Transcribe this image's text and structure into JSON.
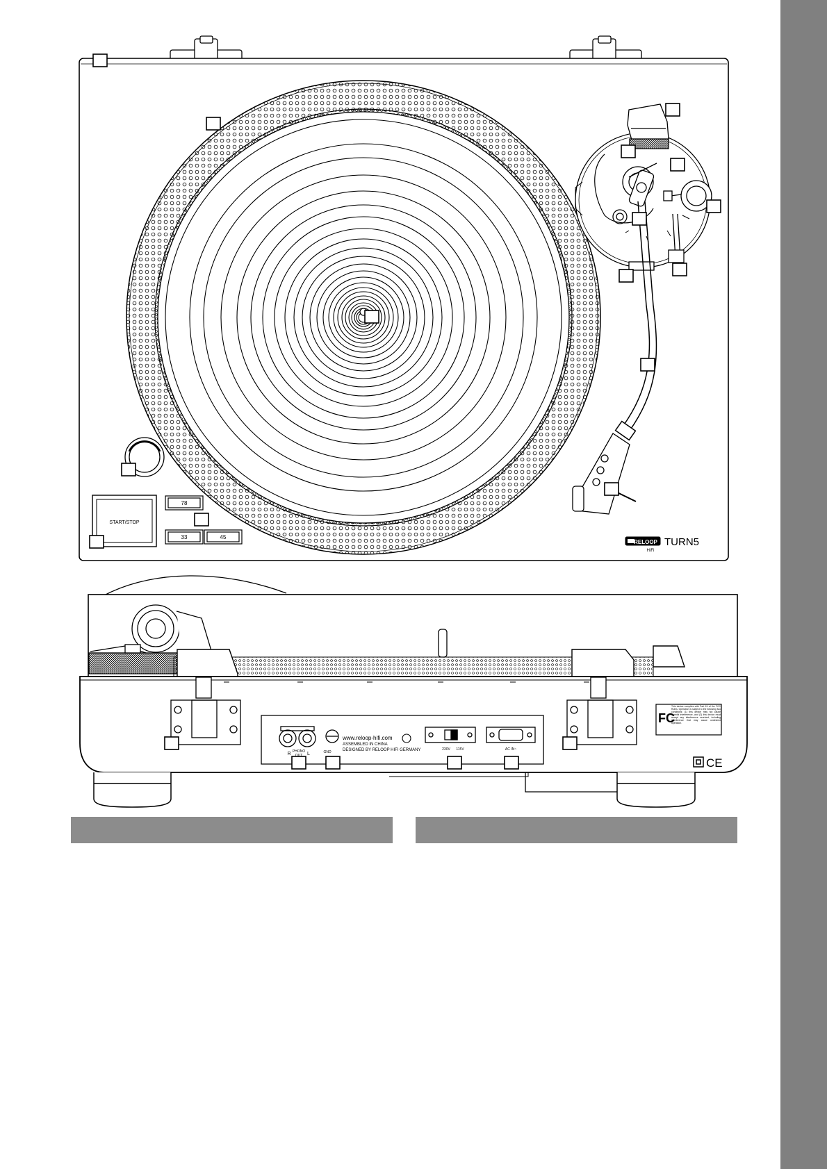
{
  "colors": {
    "side_tab": "#808080",
    "section_bar": "#8c8c8c",
    "line": "#000000"
  },
  "top_view": {
    "start_stop_label": "START/STOP",
    "speed_78": "78",
    "speed_33": "33",
    "speed_45": "45",
    "brand": "RELOOP",
    "brand_sub": "HiFi",
    "model": "TURN5"
  },
  "rear_view": {
    "website": "www.reloop-hifi.com",
    "assembled": "ASSEMBLED IN CHINA",
    "designed": "DESIGNED BY RELOOP HIFI GERMANY",
    "phono_r": "R",
    "phono_label": "PHONO",
    "phono_out": "OUT",
    "phono_l": "L",
    "gnd": "GND",
    "voltage_230": "230V",
    "voltage_115": "115V",
    "ac_in": "AC IN~",
    "fcc_text": "This device complies with Part 15 of the FCC Rules. Operation is subject to the following two conditions: (1) this device may not cause harmful interference, and (2) this device must accept any interference received, including interference that may cause undesired operation.",
    "ce_mark": "CE"
  }
}
